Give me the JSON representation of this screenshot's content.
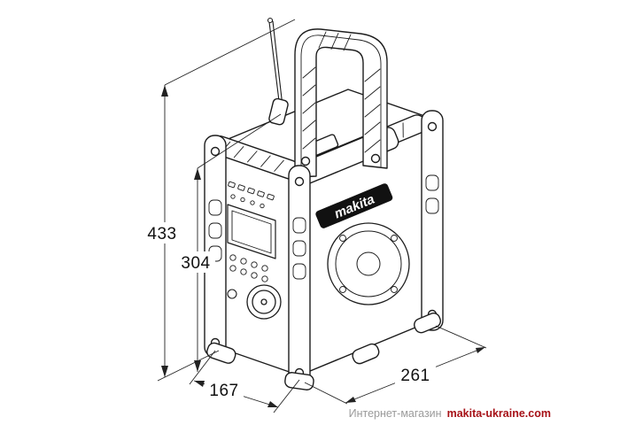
{
  "diagram": {
    "brand_label": "makita",
    "dimensions": {
      "total_height": "433",
      "body_height": "304",
      "depth": "167",
      "width": "261"
    },
    "colors": {
      "line": "#1c1c1c",
      "background": "#ffffff",
      "logo_bg": "#111111",
      "logo_text": "#ffffff",
      "watermark_prefix": "#9b9b9b",
      "watermark_domain": "#a61117"
    }
  },
  "watermark": {
    "prefix": "Интернет-магазин",
    "domain": "makita-ukraine.com"
  }
}
